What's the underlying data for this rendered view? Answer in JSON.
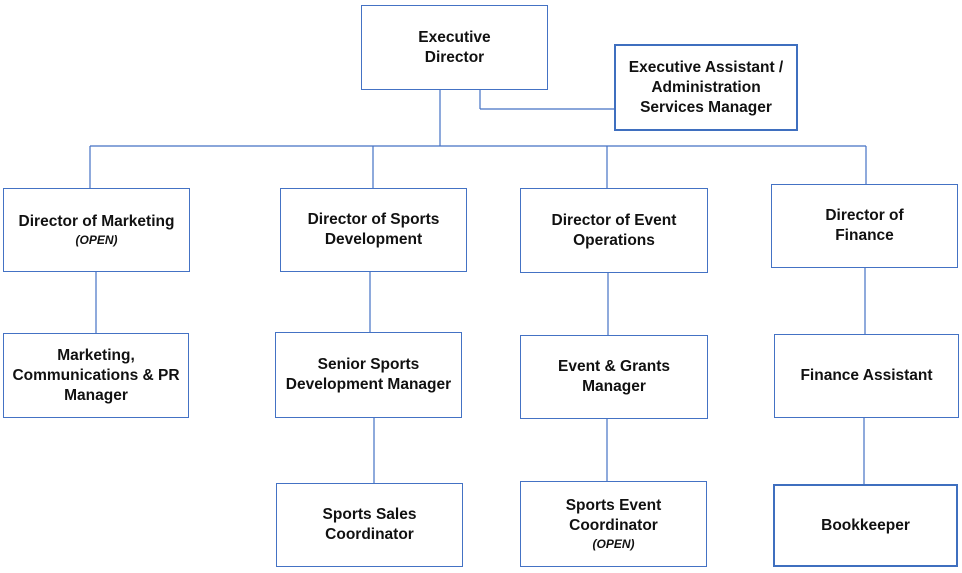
{
  "org_chart": {
    "executive_director": {
      "title": "Executive\nDirector"
    },
    "executive_assistant": {
      "title": "Executive Assistant /\nAdministration\nServices Manager"
    },
    "director_marketing": {
      "title": "Director of Marketing",
      "note": "(OPEN)"
    },
    "director_sports_dev": {
      "title": "Director of Sports\nDevelopment"
    },
    "director_event_ops": {
      "title": "Director of Event\nOperations"
    },
    "director_finance": {
      "title": "Director of\nFinance"
    },
    "marketing_manager": {
      "title": "Marketing,\nCommunications & PR\nManager"
    },
    "senior_sports_dev_manager": {
      "title": "Senior Sports\nDevelopment Manager"
    },
    "event_grants_manager": {
      "title": "Event & Grants\nManager"
    },
    "finance_assistant": {
      "title": "Finance Assistant"
    },
    "sports_sales_coordinator": {
      "title": "Sports Sales\nCoordinator"
    },
    "sports_event_coordinator": {
      "title": "Sports Event\nCoordinator",
      "note": "(OPEN)"
    },
    "bookkeeper": {
      "title": "Bookkeeper"
    }
  }
}
